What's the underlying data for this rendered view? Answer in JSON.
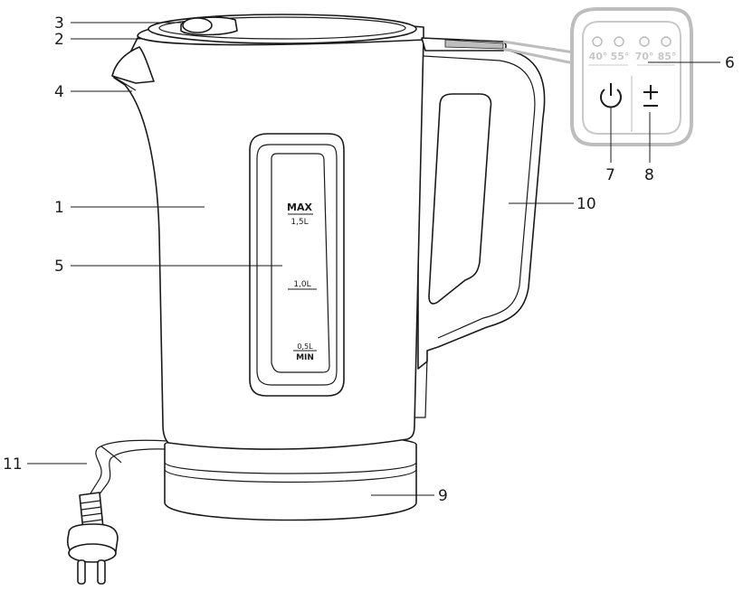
{
  "callouts": {
    "1": "1",
    "2": "2",
    "3": "3",
    "4": "4",
    "5": "5",
    "6": "6",
    "7": "7",
    "8": "8",
    "9": "9",
    "10": "10",
    "11": "11"
  },
  "water_window": {
    "max": "MAX",
    "max_volume": "1,5L",
    "mid_volume": "1,0L",
    "min_volume": "0,5L",
    "min": "MIN"
  },
  "control_panel": {
    "temperatures": [
      "40°",
      "55°",
      "70°",
      "85°"
    ],
    "power_icon": "power-icon",
    "temp_button_icon": "plus-minus-icon",
    "panel_colour": "#bdbdbd"
  }
}
